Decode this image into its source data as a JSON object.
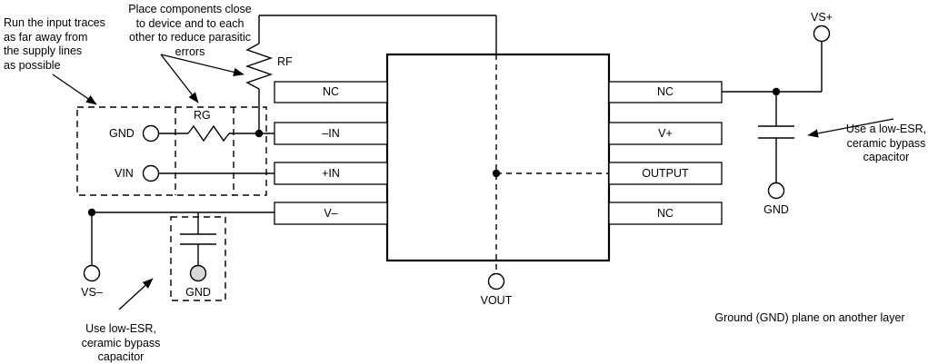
{
  "diagram": {
    "title": "Operational amplifier layout recommendation schematic",
    "device": {
      "left_pins": [
        "NC",
        "–IN",
        "+IN",
        "V–"
      ],
      "right_pins": [
        "NC",
        "V+",
        "OUTPUT",
        "NC"
      ]
    },
    "components": {
      "rf_label": "RF",
      "rg_label": "RG"
    },
    "terminals": {
      "gnd_input": "GND",
      "vin": "VIN",
      "vs_minus": "VS–",
      "vs_plus": "VS+",
      "gnd_bottom": "GND",
      "gnd_right": "GND",
      "vout": "VOUT"
    },
    "notes": {
      "input_traces": "Run the input traces\nas far away from\nthe supply lines\nas possible",
      "place_components": "Place components close\nto device and to each\nother to reduce parasitic\nerrors",
      "bypass_left": "Use low-ESR,\nceramic bypass\ncapacitor",
      "bypass_right": "Use a low-ESR,\nceramic bypass\ncapacitor",
      "ground_plane": "Ground (GND) plane on another layer"
    },
    "colors": {
      "line": "#000000",
      "background": "#ffffff",
      "gnd_fill": "#d9d9d9"
    }
  }
}
